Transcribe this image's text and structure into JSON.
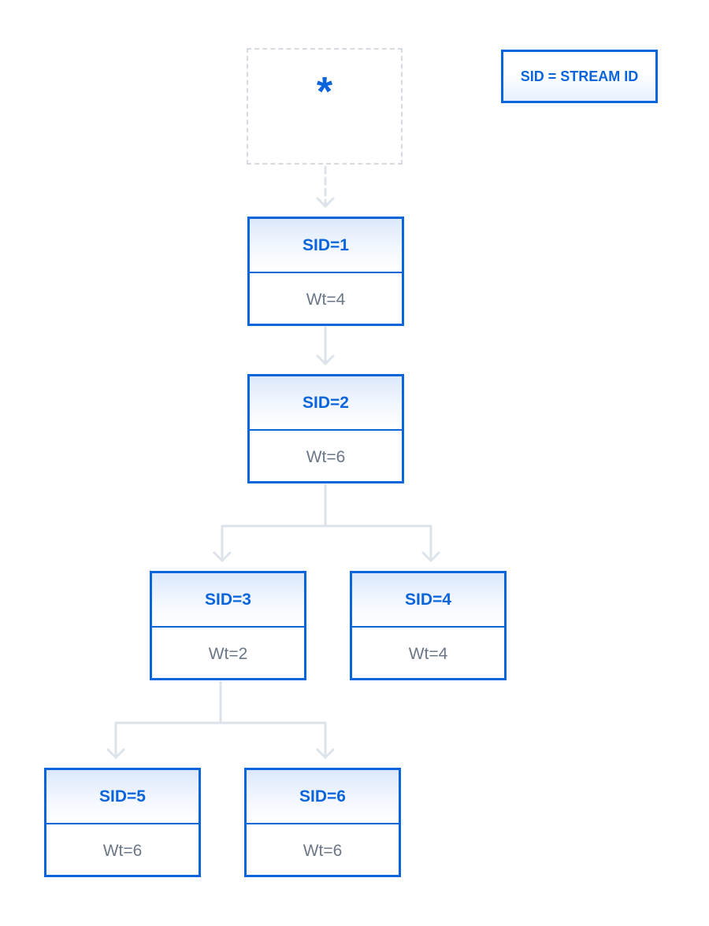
{
  "root": {
    "symbol": "*"
  },
  "legend": {
    "text": "SID = STREAM ID"
  },
  "nodes": [
    {
      "sid": "SID=1",
      "weight": "Wt=4"
    },
    {
      "sid": "SID=2",
      "weight": "Wt=6"
    },
    {
      "sid": "SID=3",
      "weight": "Wt=2"
    },
    {
      "sid": "SID=4",
      "weight": "Wt=4"
    },
    {
      "sid": "SID=5",
      "weight": "Wt=6"
    },
    {
      "sid": "SID=6",
      "weight": "Wt=6"
    }
  ],
  "edges": [
    {
      "from": "root",
      "to": "SID=1",
      "style": "dashed"
    },
    {
      "from": "SID=1",
      "to": "SID=2",
      "style": "solid"
    },
    {
      "from": "SID=2",
      "to": "SID=3",
      "style": "solid"
    },
    {
      "from": "SID=2",
      "to": "SID=4",
      "style": "solid"
    },
    {
      "from": "SID=3",
      "to": "SID=5",
      "style": "solid"
    },
    {
      "from": "SID=3",
      "to": "SID=6",
      "style": "solid"
    }
  ],
  "colors": {
    "accent": "#0a64dc",
    "weight_text": "#6b7787",
    "connector": "#dde3ea",
    "root_border": "#d6dbe1"
  }
}
